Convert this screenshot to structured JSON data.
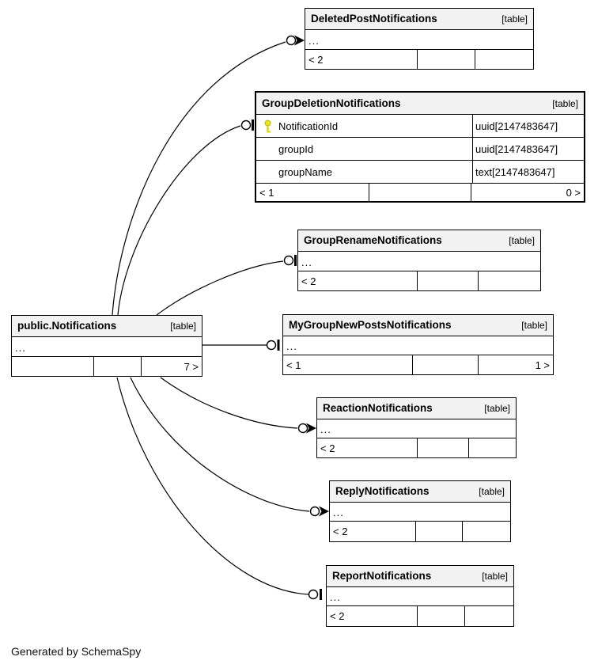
{
  "diagram": {
    "generator_note": "Generated by SchemaSpy",
    "colors": {
      "header_bg": "#f2f2f2",
      "border": "#000000",
      "key_icon": "#e6e200"
    },
    "ellipsis": "..."
  },
  "tables": {
    "deleted_post": {
      "title": "DeletedPostNotifications",
      "tag": "[table]",
      "ellipsis": "...",
      "footer": {
        "left": "< 2",
        "mid": "",
        "right": ""
      }
    },
    "group_deletion": {
      "title": "GroupDeletionNotifications",
      "tag": "[table]",
      "columns": [
        {
          "name": "NotificationId",
          "type": "uuid[2147483647]",
          "primary_key": true
        },
        {
          "name": "groupId",
          "type": "uuid[2147483647]",
          "primary_key": false
        },
        {
          "name": "groupName",
          "type": "text[2147483647]",
          "primary_key": false
        }
      ],
      "footer": {
        "left": "< 1",
        "mid": "",
        "right": "0 >"
      }
    },
    "group_rename": {
      "title": "GroupRenameNotifications",
      "tag": "[table]",
      "ellipsis": "...",
      "footer": {
        "left": "< 2",
        "mid": "",
        "right": ""
      }
    },
    "notifications": {
      "title": "public.Notifications",
      "tag": "[table]",
      "ellipsis": "...",
      "footer": {
        "left": "",
        "mid": "",
        "right": "7 >"
      }
    },
    "my_group_new_posts": {
      "title": "MyGroupNewPostsNotifications",
      "tag": "[table]",
      "ellipsis": "...",
      "footer": {
        "left": "< 1",
        "mid": "",
        "right": "1 >"
      }
    },
    "reaction": {
      "title": "ReactionNotifications",
      "tag": "[table]",
      "ellipsis": "...",
      "footer": {
        "left": "< 2",
        "mid": "",
        "right": ""
      }
    },
    "reply": {
      "title": "ReplyNotifications",
      "tag": "[table]",
      "ellipsis": "...",
      "footer": {
        "left": "< 2",
        "mid": "",
        "right": ""
      }
    },
    "report": {
      "title": "ReportNotifications",
      "tag": "[table]",
      "ellipsis": "...",
      "footer": {
        "left": "< 2",
        "mid": "",
        "right": ""
      }
    }
  },
  "relationships": [
    {
      "source": "public.Notifications",
      "target": "DeletedPostNotifications",
      "terminator": "circle-arrow"
    },
    {
      "source": "public.Notifications",
      "target": "GroupDeletionNotifications",
      "terminator": "circle-bar"
    },
    {
      "source": "public.Notifications",
      "target": "GroupRenameNotifications",
      "terminator": "circle-bar"
    },
    {
      "source": "public.Notifications",
      "target": "MyGroupNewPostsNotifications",
      "terminator": "circle-bar"
    },
    {
      "source": "public.Notifications",
      "target": "ReactionNotifications",
      "terminator": "circle-arrow"
    },
    {
      "source": "public.Notifications",
      "target": "ReplyNotifications",
      "terminator": "circle-arrow"
    },
    {
      "source": "public.Notifications",
      "target": "ReportNotifications",
      "terminator": "circle-bar"
    }
  ]
}
